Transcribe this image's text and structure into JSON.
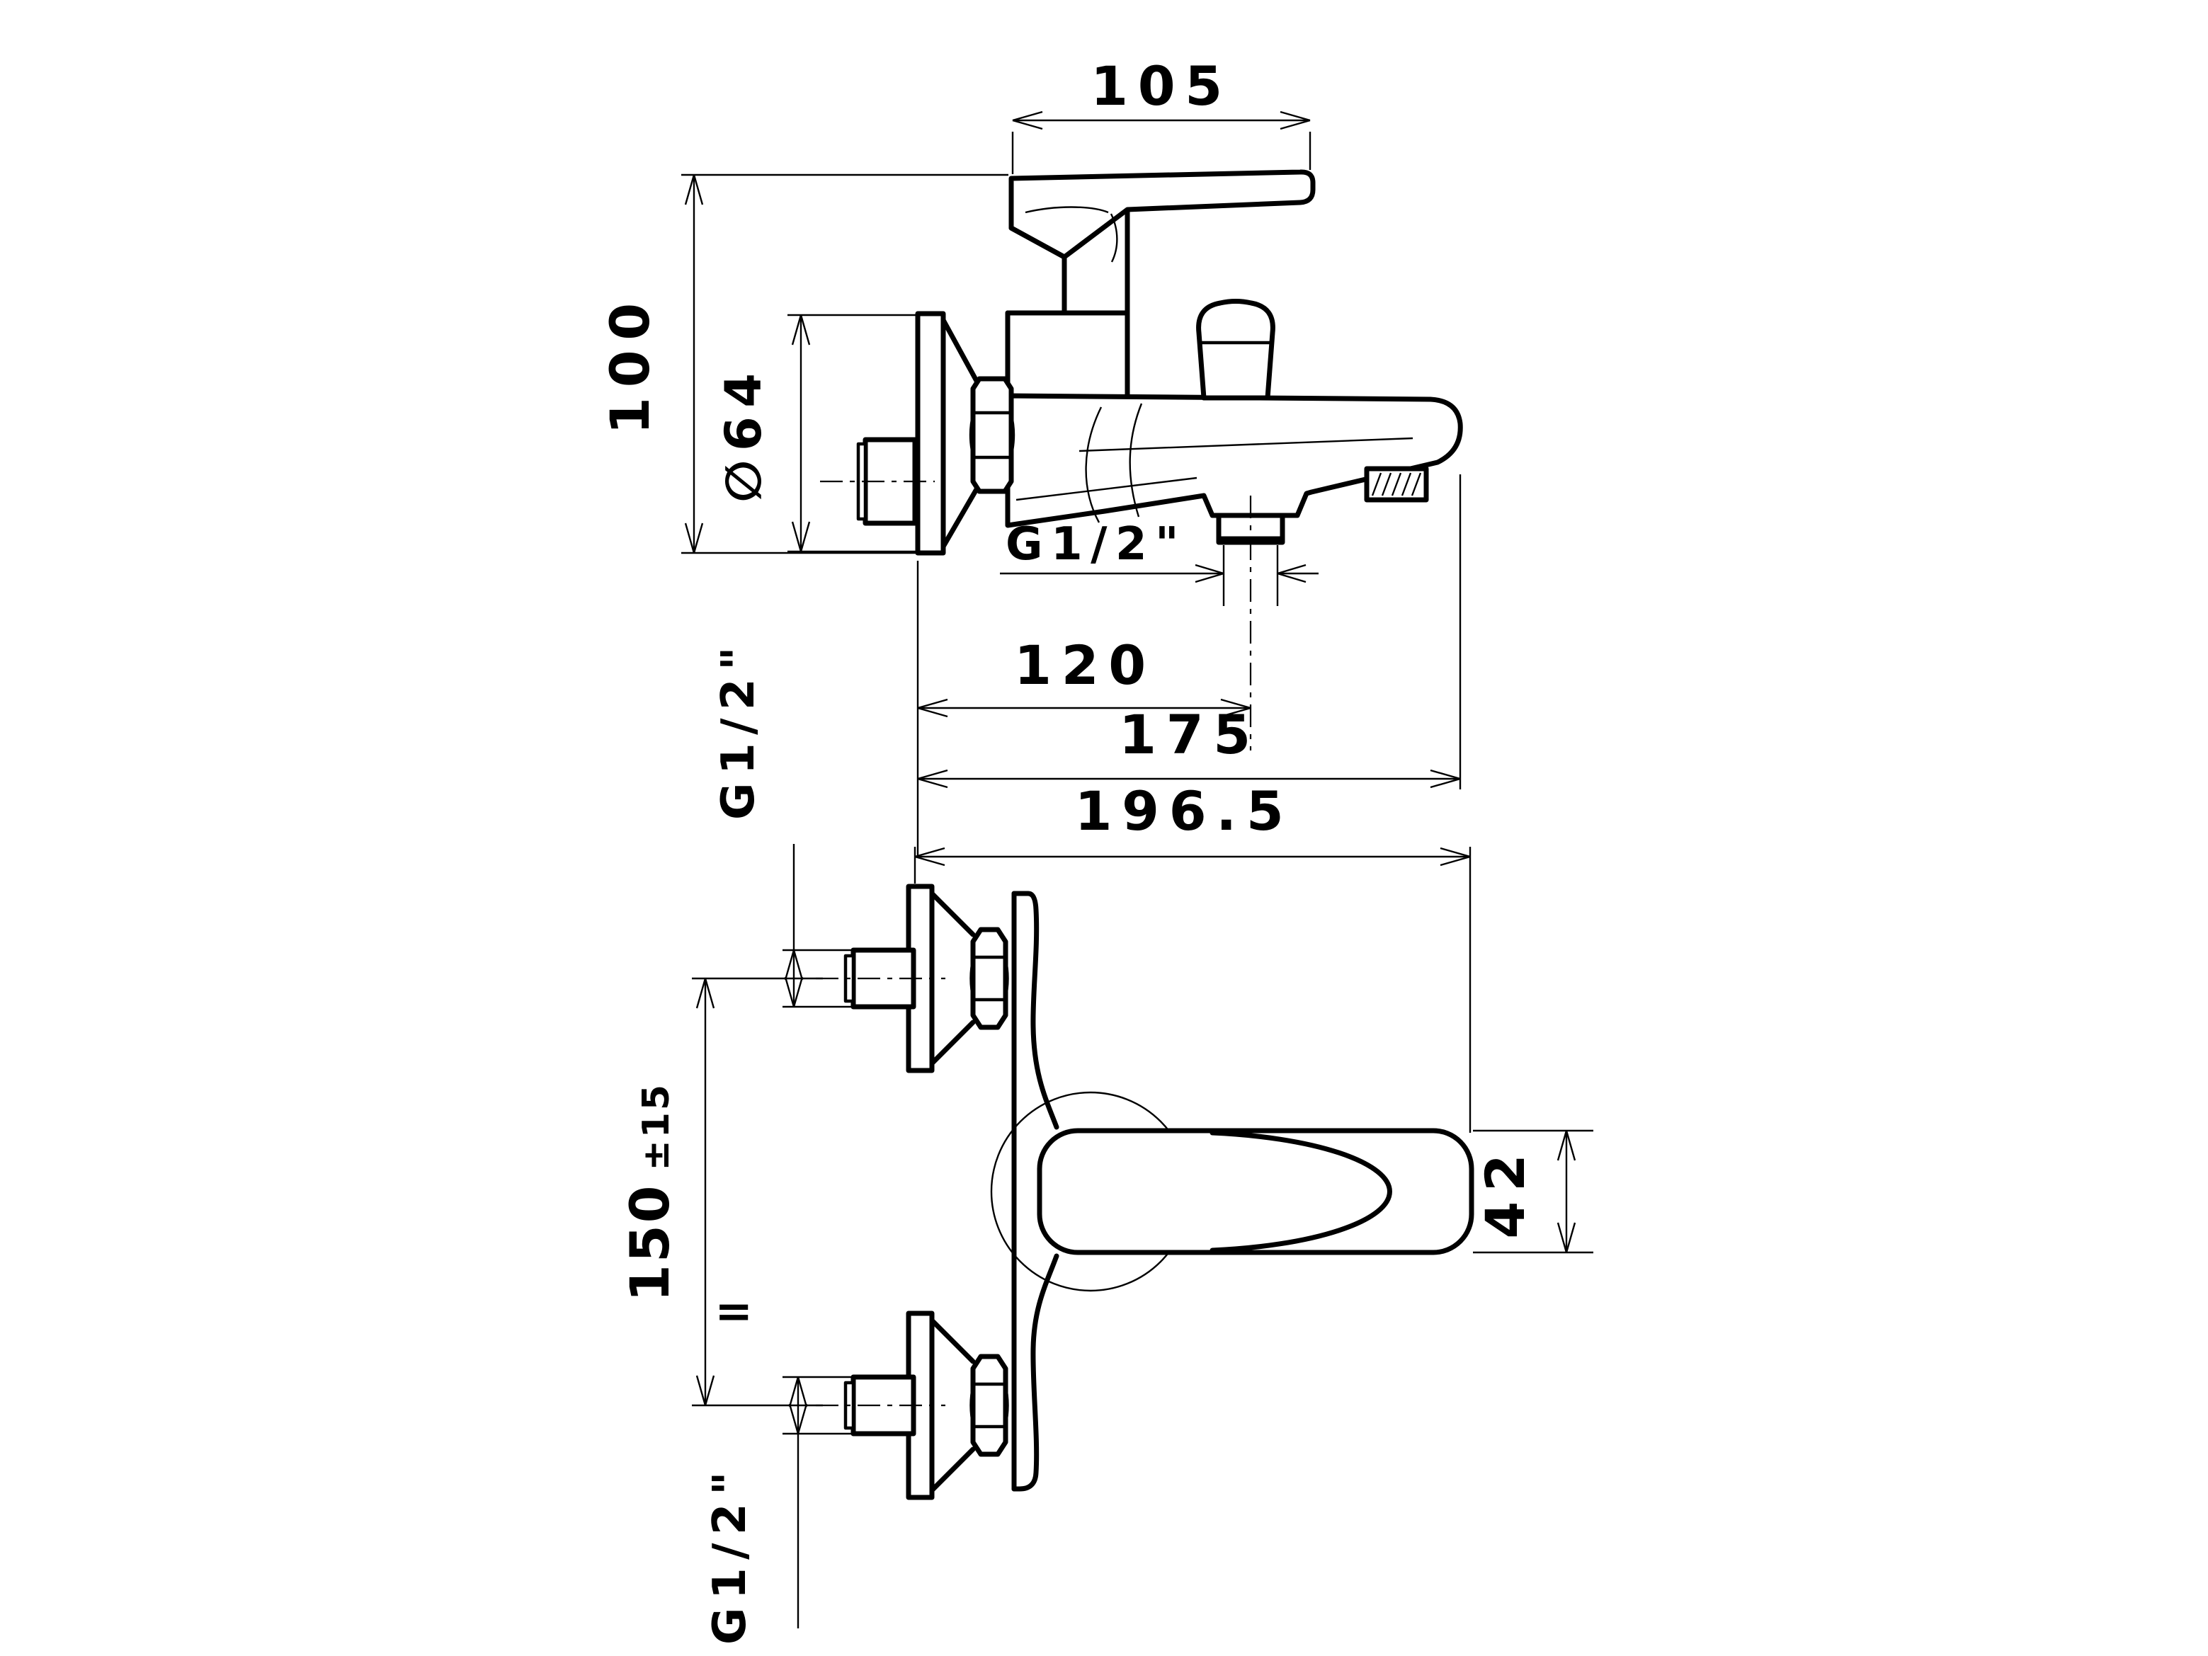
{
  "drawing": {
    "background": "#ffffff",
    "line_color": "#000000",
    "side_view": {
      "dims": {
        "handle_length": "105",
        "overall_height": "100",
        "flange_diameter": "∅64",
        "outlet_thread": "G1/2\"",
        "wall_to_outlet": "120",
        "wall_to_spout": "175"
      }
    },
    "front_view": {
      "dims": {
        "inlet_thread_top": "G1/2\"",
        "overall_length": "196.5",
        "inlet_spacing": "150",
        "inlet_spacing_tolerance": "±15",
        "handle_width": "42",
        "inlet_thread_bottom": "G1/2\"",
        "equal_mark": "="
      }
    }
  }
}
